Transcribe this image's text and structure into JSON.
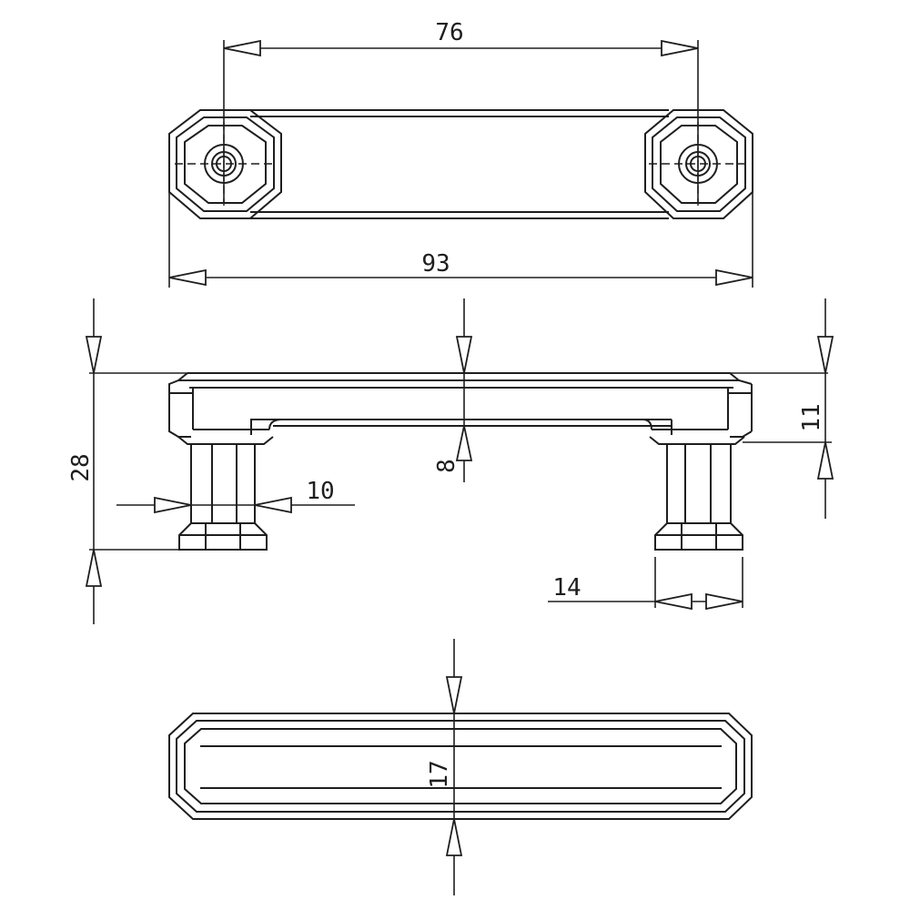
{
  "drawing": {
    "top_view": {
      "dim_hole_spacing": "76",
      "dim_overall_length": "93"
    },
    "front_view": {
      "dim_total_height": "28",
      "dim_grip_clearance": "8",
      "dim_handle_thickness": "11",
      "dim_post_diameter": "10",
      "dim_foot_width": "14"
    },
    "bottom_view": {
      "dim_width": "17"
    }
  }
}
